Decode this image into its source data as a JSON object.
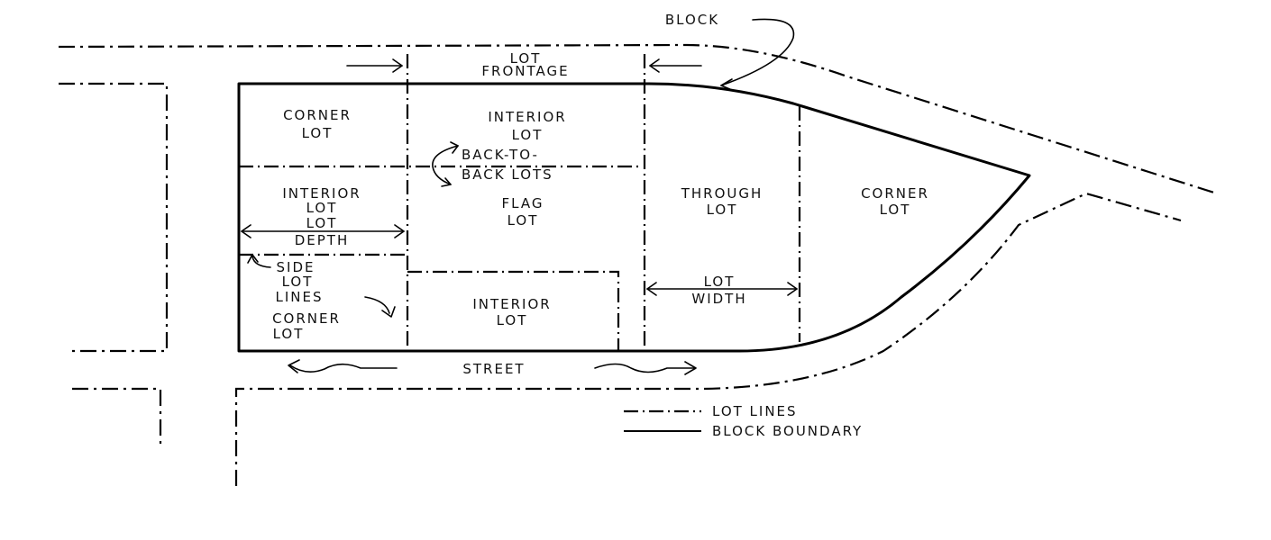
{
  "labels": {
    "block": "BLOCK",
    "lot_frontage_1": "LOT",
    "lot_frontage_2": "FRONTAGE",
    "corner_lot_tl_1": "CORNER",
    "corner_lot_tl_2": "LOT",
    "interior_lot_top_1": "INTERIOR",
    "interior_lot_top_2": "LOT",
    "back_to_back_1": "BACK-TO-",
    "back_to_back_2": "BACK LOTS",
    "interior_lot_left_1": "INTERIOR",
    "interior_lot_left_2": "LOT",
    "lot_depth_1": "LOT",
    "lot_depth_2": "DEPTH",
    "flag_lot_1": "FLAG",
    "flag_lot_2": "LOT",
    "through_lot_1": "THROUGH",
    "through_lot_2": "LOT",
    "corner_lot_right_1": "CORNER",
    "corner_lot_right_2": "LOT",
    "side_lot_lines_1": "SIDE",
    "side_lot_lines_2": "LOT",
    "side_lot_lines_3": "LINES",
    "corner_lot_bl_1": "CORNER",
    "corner_lot_bl_2": "LOT",
    "interior_lot_bottom_1": "INTERIOR",
    "interior_lot_bottom_2": "LOT",
    "lot_width_1": "LOT",
    "lot_width_2": "WIDTH",
    "street": "STREET"
  },
  "legend": {
    "lot_lines": "LOT LINES",
    "block_boundary": "BLOCK BOUNDARY"
  }
}
